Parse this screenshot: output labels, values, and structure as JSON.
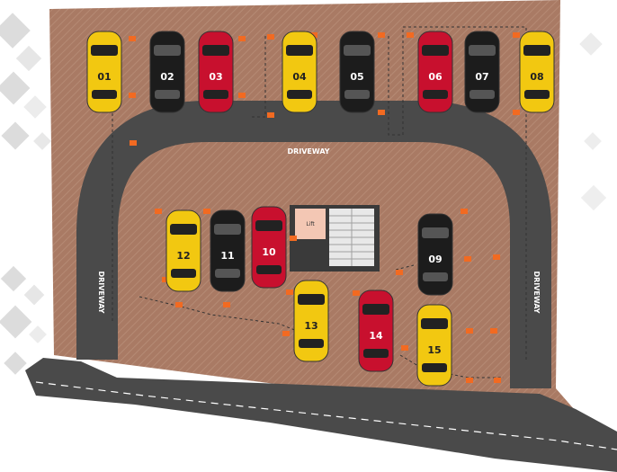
{
  "plan": {
    "driveway_label": "DRIVEWAY",
    "lift_label": "Lift",
    "colors": {
      "lot": "#a97a64",
      "road": "#4a4a4a",
      "marker": "#f26a21",
      "yellow": "#f2c811",
      "black": "#1c1c1c",
      "red": "#c8102e",
      "silver": "#c9c9c9",
      "diamond": "#dcdcdc"
    }
  },
  "slots": [
    {
      "number": "01",
      "color": "yellow"
    },
    {
      "number": "02",
      "color": "black"
    },
    {
      "number": "03",
      "color": "red"
    },
    {
      "number": "04",
      "color": "yellow"
    },
    {
      "number": "05",
      "color": "black"
    },
    {
      "number": "06",
      "color": "red"
    },
    {
      "number": "07",
      "color": "black"
    },
    {
      "number": "08",
      "color": "yellow"
    },
    {
      "number": "09",
      "color": "black"
    },
    {
      "number": "10",
      "color": "red"
    },
    {
      "number": "11",
      "color": "black"
    },
    {
      "number": "12",
      "color": "yellow"
    },
    {
      "number": "13",
      "color": "yellow"
    },
    {
      "number": "14",
      "color": "red"
    },
    {
      "number": "15",
      "color": "yellow"
    }
  ]
}
